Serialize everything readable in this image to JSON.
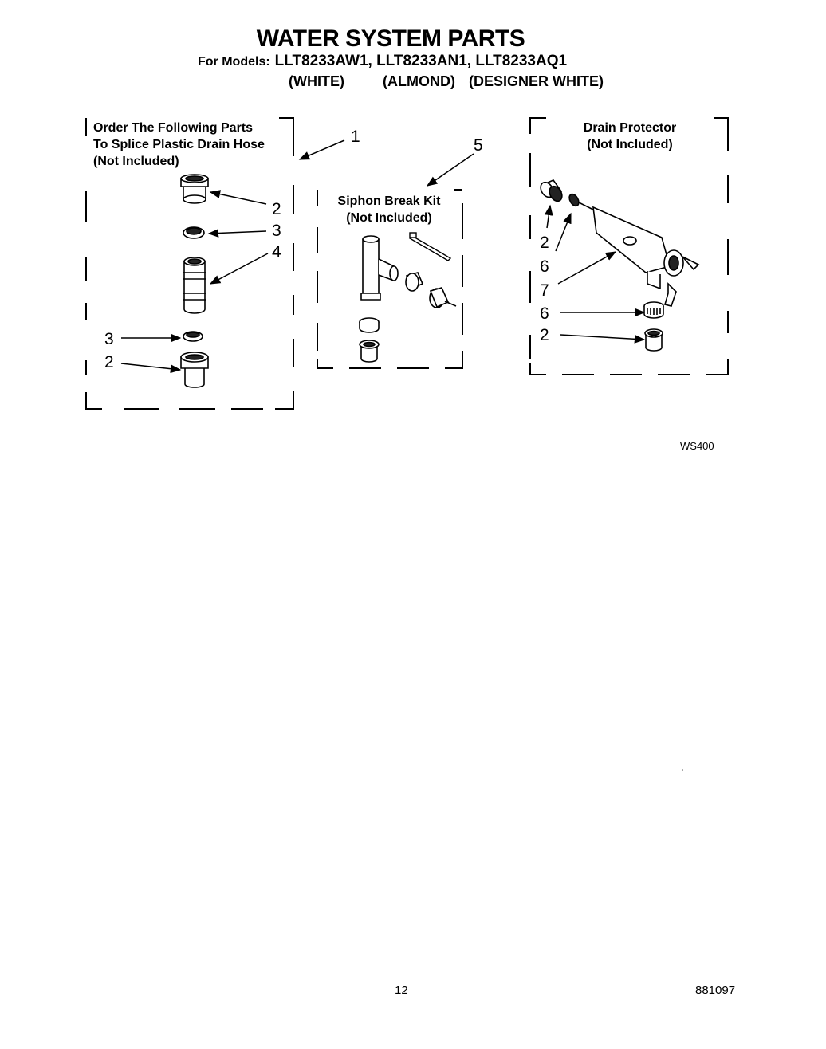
{
  "header": {
    "title": "WATER SYSTEM PARTS",
    "models_lead": "For Models:",
    "models": "LLT8233AW1, LLT8233AN1, LLT8233AQ1",
    "colors": [
      "(WHITE)",
      "(ALMOND)",
      "(DESIGNER WHITE)"
    ]
  },
  "boxes": {
    "splice": {
      "lines": [
        "Order The Following Parts",
        "To Splice Plastic Drain Hose",
        "(Not Included)"
      ]
    },
    "siphon": {
      "lines": [
        "Siphon Break Kit",
        "(Not Included)"
      ]
    },
    "drain": {
      "lines": [
        "Drain Protector",
        "(Not Included)"
      ]
    }
  },
  "callouts": {
    "splice_box": "1",
    "siphon_box": "5",
    "left": [
      "2",
      "3",
      "4",
      "3",
      "2"
    ],
    "right": [
      "2",
      "6",
      "7",
      "6",
      "2"
    ]
  },
  "figure_code": "WS400",
  "footer": {
    "page": "12",
    "doc_number": "881097"
  }
}
